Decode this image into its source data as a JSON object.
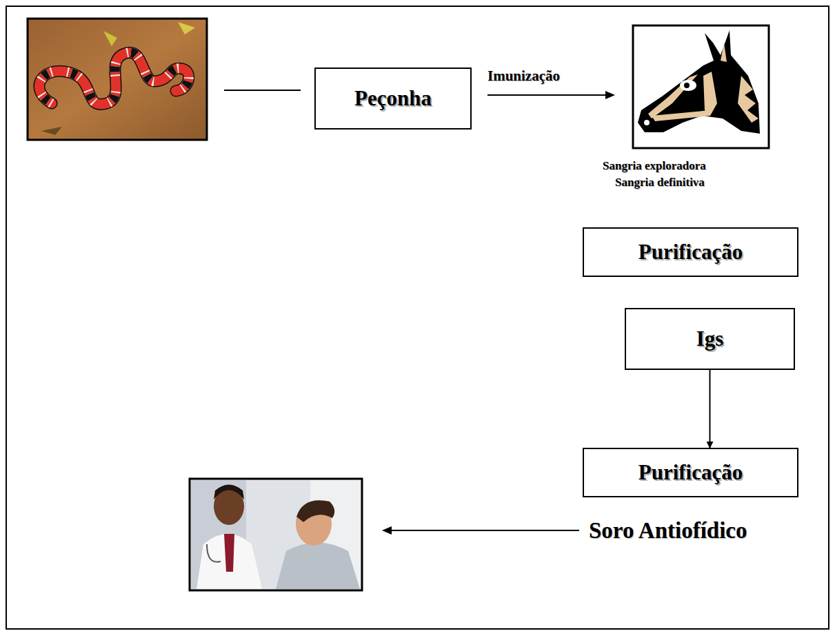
{
  "diagram": {
    "nodes": [
      {
        "text": [
          "Peçonha"
        ]
      },
      {
        "text": [
          "Purificação"
        ]
      },
      {
        "text": [
          "Igs"
        ]
      },
      {
        "text": [
          "Purificação"
        ]
      }
    ],
    "edges": [
      {
        "from": 2,
        "to": 3,
        "arrow": "to"
      }
    ],
    "labels": [
      "Imunização",
      "Sangria exploradora",
      "Sangria definitiva",
      "Soro Antiofídico"
    ]
  }
}
